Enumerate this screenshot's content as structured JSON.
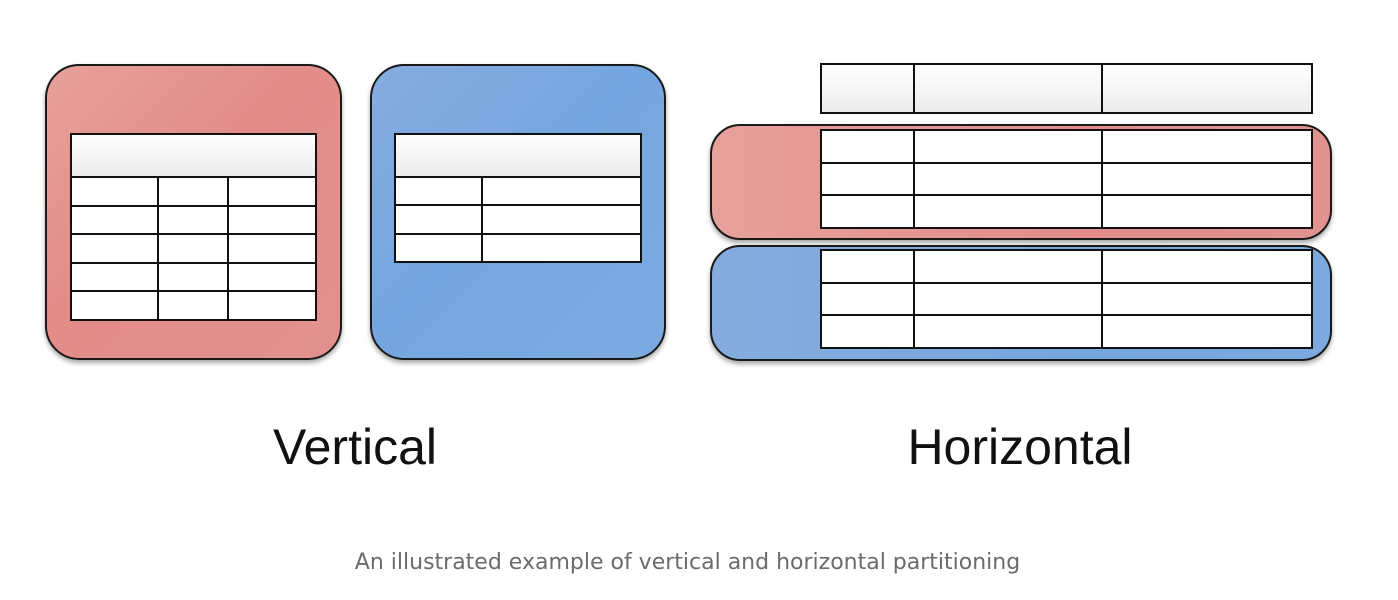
{
  "diagram": {
    "vertical": {
      "label": "Vertical",
      "colors": {
        "partition_a": "#e38c88",
        "partition_b": "#76a6df"
      }
    },
    "horizontal": {
      "label": "Horizontal",
      "colors": {
        "partition_a": "#e38c88",
        "partition_b": "#76a6df"
      }
    }
  },
  "caption": "An illustrated example of vertical and horizontal partitioning"
}
